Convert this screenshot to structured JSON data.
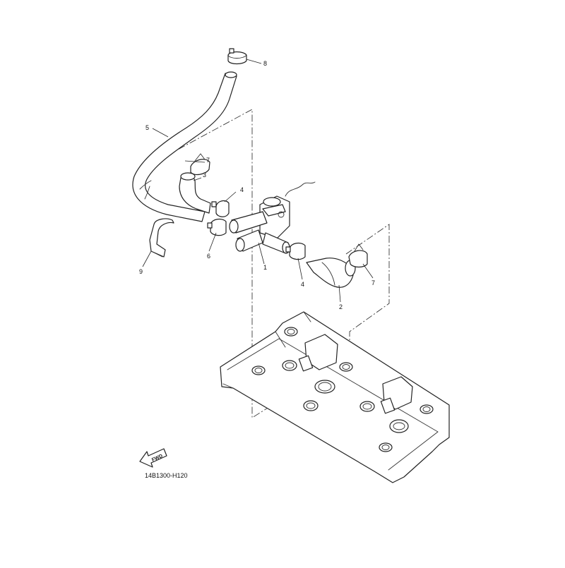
{
  "diagram": {
    "callouts": [
      {
        "id": "callout-1",
        "text": "1"
      },
      {
        "id": "callout-2",
        "text": "2"
      },
      {
        "id": "callout-3",
        "text": "3"
      },
      {
        "id": "callout-4a",
        "text": "4"
      },
      {
        "id": "callout-4b",
        "text": "4"
      },
      {
        "id": "callout-5",
        "text": "5"
      },
      {
        "id": "callout-6",
        "text": "6"
      },
      {
        "id": "callout-7a",
        "text": "7"
      },
      {
        "id": "callout-7b",
        "text": "7"
      },
      {
        "id": "callout-8",
        "text": "8"
      },
      {
        "id": "callout-9",
        "text": "9"
      }
    ],
    "forward_arrow_label": "FWD",
    "drawing_code": "14B1300-H120"
  }
}
